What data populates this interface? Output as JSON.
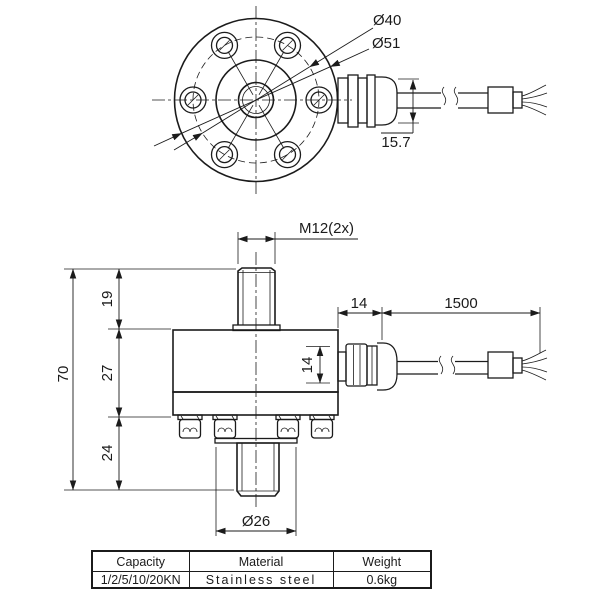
{
  "top_view": {
    "dia_bolt_circle_label": "Ø40",
    "dia_outer_label": "Ø51",
    "gland_height_label": "15.7"
  },
  "side_view": {
    "thread_label": "M12(2x)",
    "gland_length_label": "14",
    "cable_length_label": "1500",
    "gland_diameter_label": "14",
    "total_height_label": "70",
    "upper_height_label": "19",
    "body_height_label": "27",
    "lower_height_label": "24",
    "stud_diameter_label": "Ø26"
  },
  "spec_table": {
    "headers": [
      "Capacity",
      "Material",
      "Weight"
    ],
    "row": [
      "1/2/5/10/20KN",
      "Stainless steel",
      "0.6kg"
    ]
  }
}
